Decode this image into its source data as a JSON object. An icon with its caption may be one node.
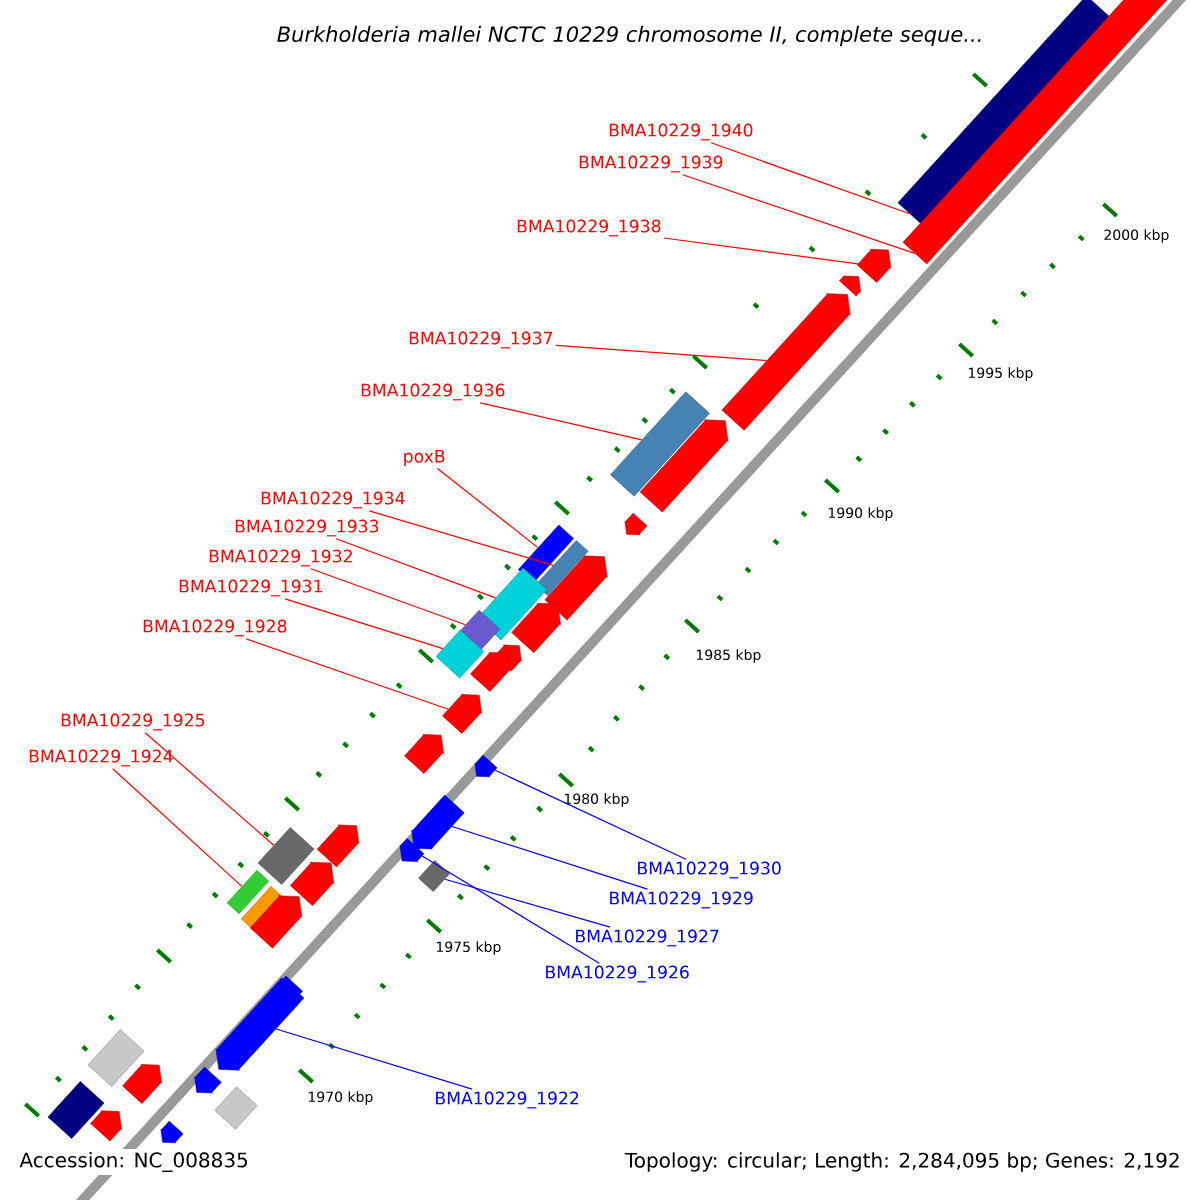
{
  "diagram": {
    "title": "Burkholderia mallei NCTC 10229 chromosome II, complete seque...",
    "nodes": [
      {
        "text": [
          "BMA10229_1940"
        ]
      },
      {
        "text": [
          "BMA10229_1939"
        ]
      },
      {
        "text": [
          "BMA10229_1938"
        ]
      },
      {
        "text": [
          "BMA10229_1937"
        ]
      },
      {
        "text": [
          "BMA10229_1936"
        ]
      },
      {
        "text": [
          "poxB"
        ]
      },
      {
        "text": [
          "BMA10229_1934"
        ]
      },
      {
        "text": [
          "BMA10229_1933"
        ]
      },
      {
        "text": [
          "BMA10229_1932"
        ]
      },
      {
        "text": [
          "BMA10229_1931"
        ]
      },
      {
        "text": [
          "BMA10229_1928"
        ]
      },
      {
        "text": [
          "BMA10229_1925"
        ]
      },
      {
        "text": [
          "BMA10229_1924"
        ]
      },
      {
        "text": [
          "BMA10229_1930"
        ]
      },
      {
        "text": [
          "BMA10229_1929"
        ]
      },
      {
        "text": [
          "BMA10229_1927"
        ]
      },
      {
        "text": [
          "BMA10229_1926"
        ]
      },
      {
        "text": [
          "BMA10229_1922"
        ]
      },
      {
        "text": [],
        "shape": "box"
      },
      {
        "text": [],
        "shape": "box"
      },
      {
        "text": [],
        "shape": "arrow"
      },
      {
        "text": [],
        "shape": "arrow"
      },
      {
        "text": [],
        "shape": "box"
      },
      {
        "text": [],
        "shape": "box"
      },
      {
        "text": [],
        "shape": "box"
      },
      {
        "text": [],
        "shape": "box"
      },
      {
        "text": [],
        "shape": "diamond"
      },
      {
        "text": [],
        "shape": "diamond"
      },
      {
        "text": [],
        "shape": "arrow"
      },
      {
        "text": [],
        "shape": "box"
      },
      {
        "text": [],
        "shape": "box"
      },
      {
        "text": [],
        "shape": "arrow"
      },
      {
        "text": [],
        "shape": "arrow"
      },
      {
        "text": [],
        "shape": "diamond"
      },
      {
        "text": [],
        "shape": "arrow"
      },
      {
        "text": [],
        "shape": "arrow"
      },
      {
        "text": [],
        "shape": "arrow"
      },
      {
        "text": [],
        "shape": "arrow"
      },
      {
        "text": [],
        "shape": "arrow"
      },
      {
        "text": [],
        "shape": "arrow"
      },
      {
        "text": [],
        "shape": "arrow"
      },
      {
        "text": [],
        "shape": "arrow"
      },
      {
        "text": [],
        "shape": "arrow"
      },
      {
        "text": [],
        "shape": "arrow"
      },
      {
        "text": [],
        "shape": "box"
      },
      {
        "text": [],
        "shape": "arrow"
      },
      {
        "text": [],
        "shape": "arrow"
      },
      {
        "text": [],
        "shape": "arrow"
      },
      {
        "text": [],
        "shape": "arrow"
      },
      {
        "text": [],
        "shape": "arrow"
      },
      {
        "text": [],
        "shape": "box"
      },
      {
        "text": [],
        "shape": "arrow"
      },
      {
        "text": [],
        "shape": "diamond"
      },
      {
        "text": [],
        "shape": "box"
      },
      {
        "text": [],
        "shape": "arrow"
      },
      {
        "text": [],
        "shape": "arrow"
      }
    ],
    "edges": [
      {
        "from": 0,
        "to": 18,
        "arrow": "none"
      },
      {
        "from": 1,
        "to": 19,
        "arrow": "none"
      },
      {
        "from": 2,
        "to": 20,
        "arrow": "none"
      },
      {
        "from": 3,
        "to": 21,
        "arrow": "none"
      },
      {
        "from": 4,
        "to": 22,
        "arrow": "none"
      },
      {
        "from": 5,
        "to": 23,
        "arrow": "none"
      },
      {
        "from": 6,
        "to": 24,
        "arrow": "none"
      },
      {
        "from": 7,
        "to": 25,
        "arrow": "none"
      },
      {
        "from": 8,
        "to": 26,
        "arrow": "none"
      },
      {
        "from": 9,
        "to": 27,
        "arrow": "none"
      },
      {
        "from": 10,
        "to": 28,
        "arrow": "none"
      },
      {
        "from": 11,
        "to": 29,
        "arrow": "none"
      },
      {
        "from": 12,
        "to": 30,
        "arrow": "none"
      },
      {
        "from": 13,
        "to": 31,
        "arrow": "none",
        "color": "#0000ff"
      },
      {
        "from": 14,
        "to": 32,
        "arrow": "none",
        "color": "#0000ff"
      },
      {
        "from": 15,
        "to": 33,
        "arrow": "none",
        "color": "#0000ff"
      },
      {
        "from": 16,
        "to": 34,
        "arrow": "none",
        "color": "#0000ff"
      },
      {
        "from": 17,
        "to": 35,
        "arrow": "none",
        "color": "#0000ff"
      }
    ],
    "labels": [
      "2000 kbp",
      "1995 kbp",
      "1990 kbp",
      "1985 kbp",
      "1980 kbp",
      "1975 kbp",
      "1970 kbp",
      "Accession: NC_008835",
      "Topology: circular; Length: 2,284,095 bp; Genes: 2,192"
    ]
  }
}
